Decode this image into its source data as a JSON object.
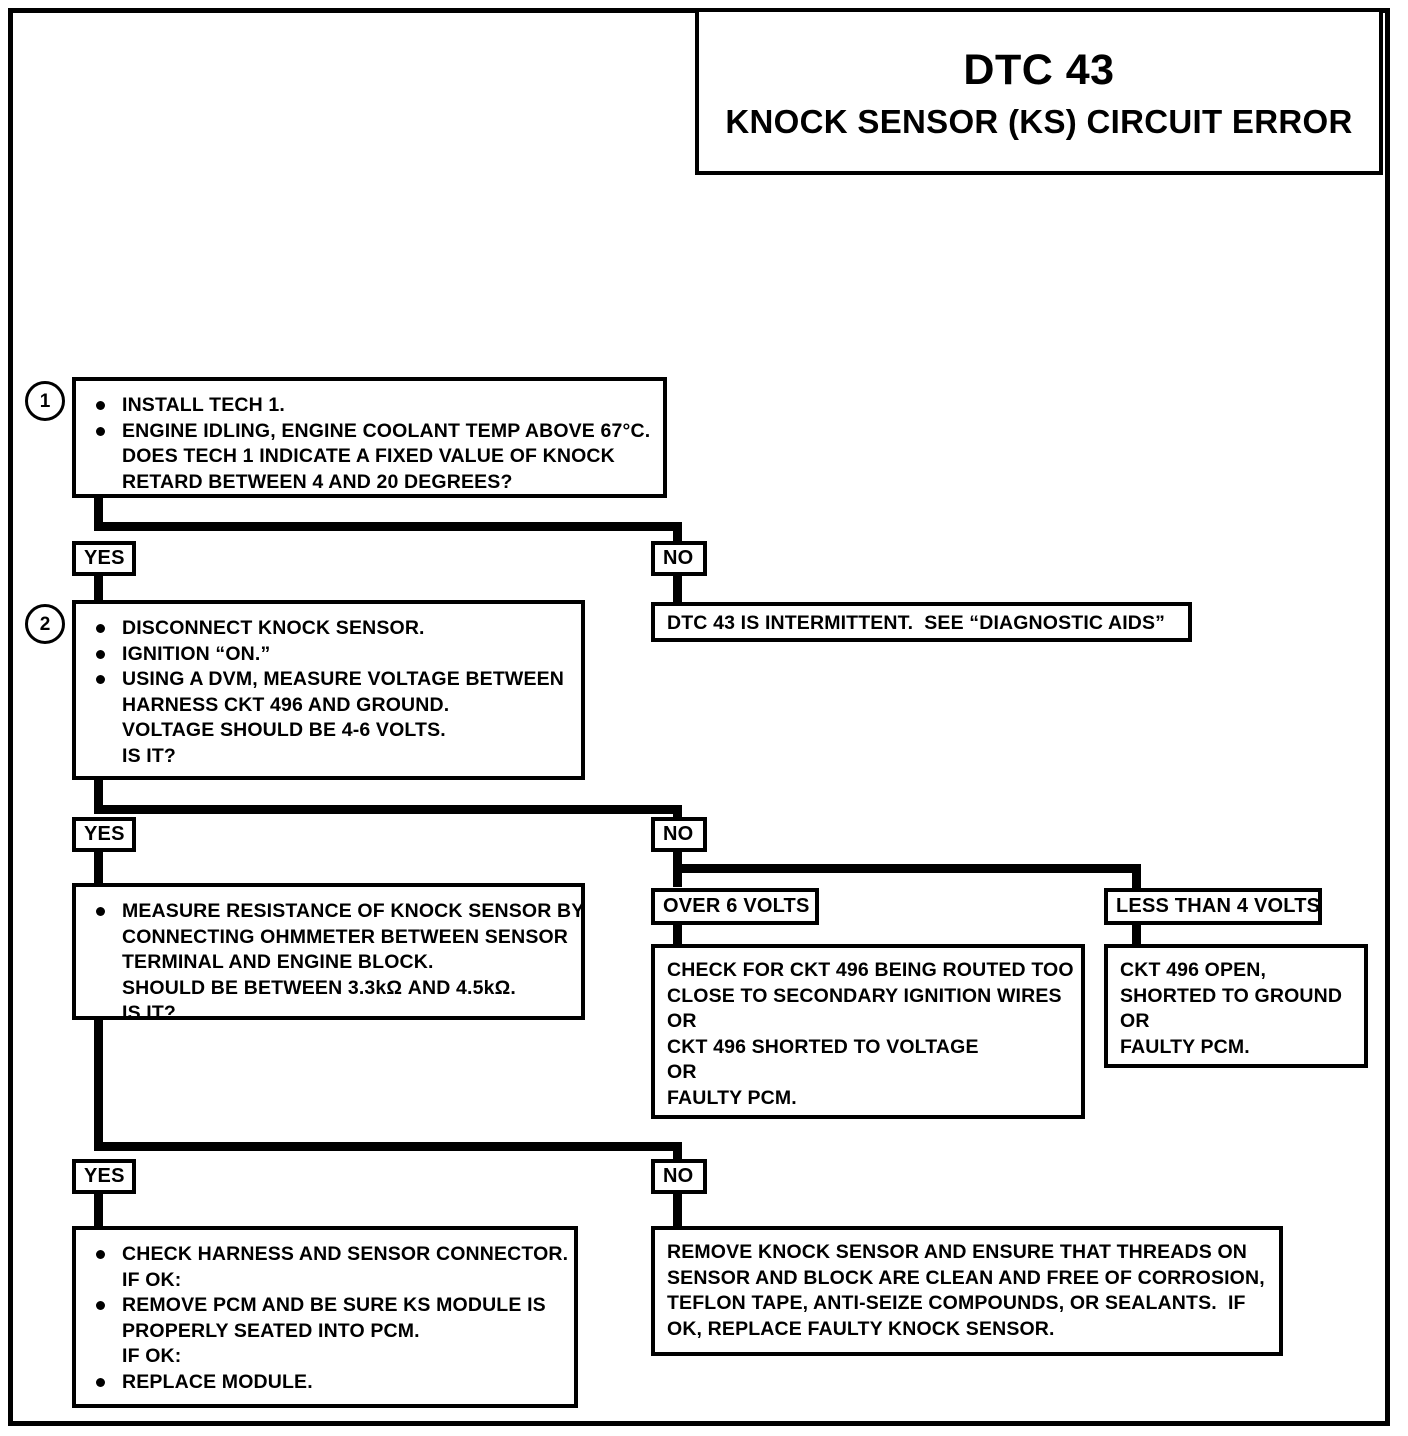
{
  "title": {
    "code": "DTC 43",
    "subject": "KNOCK SENSOR (KS) CIRCUIT ERROR"
  },
  "labels": {
    "yes": "YES",
    "no": "NO",
    "over_6_volts": "OVER 6 VOLTS",
    "less_than_4_volts": "LESS THAN 4 VOLTS"
  },
  "steps": {
    "step1": {
      "number": "1",
      "lines": [
        {
          "bullet": true,
          "text": "INSTALL TECH 1."
        },
        {
          "bullet": true,
          "text": "ENGINE IDLING, ENGINE COOLANT TEMP ABOVE 67°C."
        },
        {
          "bullet": false,
          "text": "DOES TECH 1 INDICATE A FIXED VALUE OF KNOCK"
        },
        {
          "bullet": false,
          "text": "RETARD BETWEEN 4 AND 20 DEGREES?"
        }
      ]
    },
    "step2": {
      "number": "2",
      "lines": [
        {
          "bullet": true,
          "text": "DISCONNECT KNOCK SENSOR."
        },
        {
          "bullet": true,
          "text": "IGNITION “ON.”"
        },
        {
          "bullet": true,
          "text": "USING A DVM, MEASURE VOLTAGE BETWEEN"
        },
        {
          "bullet": false,
          "text": "HARNESS CKT 496 AND GROUND."
        },
        {
          "bullet": false,
          "text": "VOLTAGE SHOULD BE 4-6 VOLTS."
        },
        {
          "bullet": false,
          "text": "IS IT?"
        }
      ]
    },
    "step3": {
      "lines": [
        {
          "bullet": true,
          "text": "MEASURE RESISTANCE OF KNOCK SENSOR BY"
        },
        {
          "bullet": false,
          "text": "CONNECTING OHMMETER BETWEEN SENSOR"
        },
        {
          "bullet": false,
          "text": "TERMINAL AND ENGINE BLOCK."
        },
        {
          "bullet": false,
          "text": "SHOULD BE BETWEEN 3.3kΩ AND 4.5kΩ."
        },
        {
          "bullet": false,
          "text": "IS IT?"
        }
      ]
    }
  },
  "outcomes": {
    "intermittent": {
      "lines": [
        {
          "bullet": false,
          "text": "DTC 43 IS INTERMITTENT.  SEE “DIAGNOSTIC AIDS”"
        }
      ]
    },
    "over_6_volts_result": {
      "lines": [
        {
          "bullet": false,
          "text": "CHECK FOR CKT 496 BEING ROUTED TOO"
        },
        {
          "bullet": false,
          "text": "CLOSE TO SECONDARY IGNITION WIRES"
        },
        {
          "bullet": false,
          "text": "OR"
        },
        {
          "bullet": false,
          "text": "CKT 496 SHORTED TO VOLTAGE"
        },
        {
          "bullet": false,
          "text": "OR"
        },
        {
          "bullet": false,
          "text": "FAULTY PCM."
        }
      ]
    },
    "less_than_4_volts_result": {
      "lines": [
        {
          "bullet": false,
          "text": "CKT 496 OPEN,"
        },
        {
          "bullet": false,
          "text": "SHORTED TO GROUND"
        },
        {
          "bullet": false,
          "text": "OR"
        },
        {
          "bullet": false,
          "text": "FAULTY PCM."
        }
      ]
    },
    "resistance_ok": {
      "lines": [
        {
          "bullet": true,
          "text": "CHECK HARNESS AND SENSOR CONNECTOR."
        },
        {
          "bullet": false,
          "text": "IF OK:"
        },
        {
          "bullet": true,
          "text": "REMOVE PCM AND BE SURE KS MODULE IS"
        },
        {
          "bullet": false,
          "text": "PROPERLY SEATED INTO PCM."
        },
        {
          "bullet": false,
          "text": "IF OK:"
        },
        {
          "bullet": true,
          "text": "REPLACE MODULE."
        }
      ]
    },
    "resistance_bad": {
      "lines": [
        {
          "bullet": false,
          "text": "REMOVE KNOCK SENSOR AND ENSURE THAT THREADS ON"
        },
        {
          "bullet": false,
          "text": "SENSOR AND BLOCK ARE CLEAN AND FREE OF CORROSION,"
        },
        {
          "bullet": false,
          "text": "TEFLON TAPE, ANTI-SEIZE COMPOUNDS, OR SEALANTS.  IF"
        },
        {
          "bullet": false,
          "text": "OK, REPLACE FAULTY KNOCK SENSOR."
        }
      ]
    }
  }
}
